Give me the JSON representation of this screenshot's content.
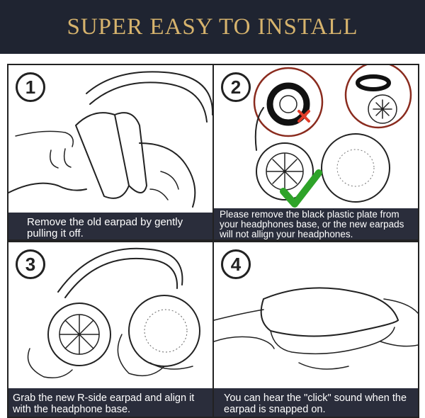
{
  "header": {
    "title": "SUPER EASY TO INSTALL"
  },
  "steps": [
    {
      "number": "1",
      "caption": "Remove the old earpad by gently pulling it off."
    },
    {
      "number": "2",
      "caption": "Please remove the black plastic plate from your headphones base, or the new earpads will not allign your headphones."
    },
    {
      "number": "3",
      "caption": "Grab the new R-side earpad and align it with the headphone base."
    },
    {
      "number": "4",
      "caption": "You can hear the \"click\" sound when the earpad is snapped on."
    }
  ],
  "colors": {
    "header_bg": "#1f2431",
    "title": "#d6b36d",
    "caption_bg": "#2a2d3b",
    "check": "#2ea329",
    "cross": "#e23d2a",
    "circle_border": "#8a2b1e"
  }
}
